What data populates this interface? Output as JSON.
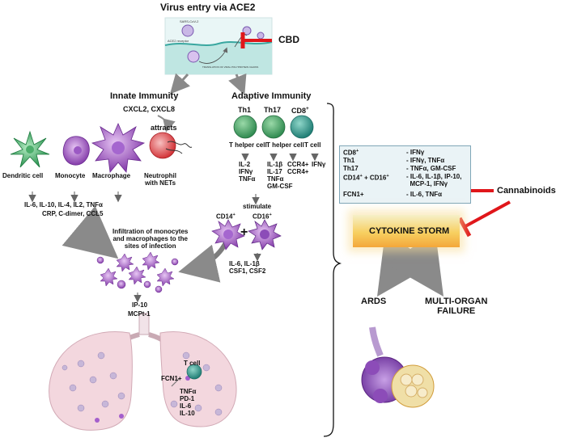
{
  "virus_entry": {
    "title": "Virus entry via ACE2",
    "inset_virus_label": "SARS-CoV-2",
    "inset_receptor_label": "ACE2 receptor",
    "inset_bottom_label": "TRANSLATION OF VIRAL POLYPROTEIN CHAINS"
  },
  "cbd_label": "CBD",
  "innate": {
    "title": "Innate Immunity",
    "chemokines": "CXCL2, CXCL8",
    "attracts": "attracts",
    "cells": {
      "dendritic": "Dendritic cell",
      "monocyte": "Monocyte",
      "macrophage": "Macrophage",
      "neutrophil": "Neutrophil\nwith NETs"
    },
    "cytokines_line1": "IL-6, IL-10, IL-4, IL2, TNFα",
    "cytokines_line2": "CRP, C-dimer, CCL5",
    "infiltration": "Infiltration of monocytes\nand macrophages to the\nsites of infection",
    "ip10": "IP-10",
    "mcpt1": "MCPt-1"
  },
  "adaptive": {
    "title": "Adaptive Immunity",
    "th1": "Th1",
    "th17": "Th17",
    "cd8": "CD8",
    "cd8_sup": "+",
    "t_helper_1": "T helper cell",
    "t_helper_2": "T helper cell",
    "t_cell": "T cell",
    "th1_cytokines": "IL-2\nIFNγ\nTNFα",
    "th17_cytokines": "IL-1β\nIL-17\nTNFα\nGM-CSF",
    "ccr": "CCR4+\nCCR4+",
    "cd8_cytokine": "IFNγ",
    "stimulate": "stimulate",
    "cd14": "CD14",
    "cd14_sup": "+",
    "plus": "+",
    "cd16": "CD16",
    "cd16_sup": "+",
    "mono_cytokines": "IL-6, IL-1β\nCSF1, CSF2"
  },
  "lung": {
    "t_cell": "T cell",
    "fcn1": "FCN1+",
    "cytokines": "TNFα\nPD-1\nIL-6\nIL-10"
  },
  "panel": {
    "rows": [
      {
        "cell": "CD8",
        "sup": "+",
        "cell_tail": "",
        "value": "- IFNγ"
      },
      {
        "cell": "Th1",
        "sup": "",
        "cell_tail": "",
        "value": "- IFNγ, TNFα"
      },
      {
        "cell": "Th17",
        "sup": "",
        "cell_tail": "",
        "value": "- TNFα, GM-CSF"
      },
      {
        "cell": "CD14",
        "sup": "+",
        "cell_tail": " + CD16",
        "sup2": "+",
        "value": "- IL-6, IL-1β, IP-10,\n  MCP-1, IFNγ"
      },
      {
        "cell": "FCN1+",
        "sup": "",
        "cell_tail": "",
        "value": "- IL-6, TNFα"
      }
    ]
  },
  "cannabinoids_label": "Cannabinoids",
  "cytokine_storm": "CYTOKINE STORM",
  "ards": "ARDS",
  "multi_organ": "MULTI-ORGAN\nFAILURE",
  "colors": {
    "inhibitor_red": "#e0161a",
    "arrow_gray": "#8a8a8a",
    "th_green": "#3ea067",
    "cd8_teal": "#2f8f86",
    "macrophage_purple": "#8e44b5",
    "dendritic_green": "#2ba05a",
    "neutrophil_red": "#d9343a",
    "storm_orange": "#f3a73a",
    "lung_pink": "#f3d7de"
  }
}
